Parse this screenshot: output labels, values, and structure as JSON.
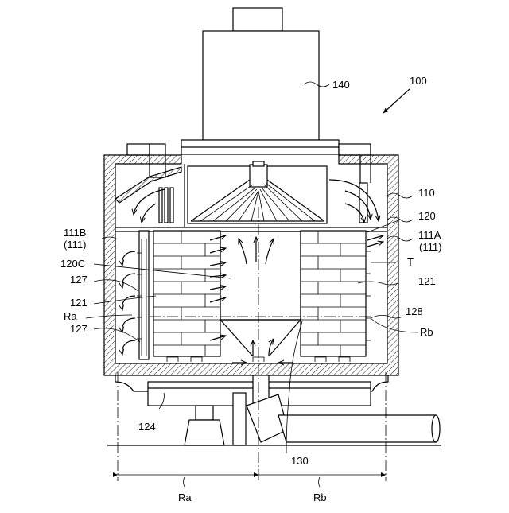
{
  "labels": {
    "l100": "100",
    "l140": "140",
    "l110": "110",
    "l120": "120",
    "l111A": "111A",
    "l111A_sub": "(111)",
    "lT": "T",
    "l121_right": "121",
    "l128": "128",
    "lRb_side": "Rb",
    "l111B": "111B",
    "l111B_sub": "(111)",
    "l120C": "120C",
    "l127_top": "127",
    "l121_left": "121",
    "lRa_side": "Ra",
    "l127_bottom": "127",
    "l124": "124",
    "l130": "130",
    "lRa_dim": "Ra",
    "lRb_dim": "Rb"
  }
}
